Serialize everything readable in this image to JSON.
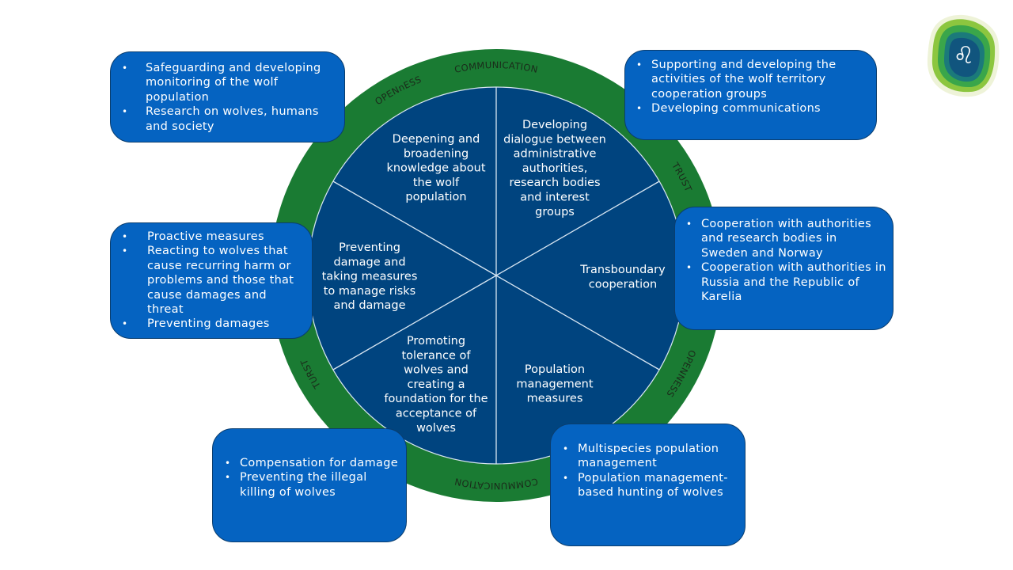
{
  "wheel": {
    "ring_labels": {
      "top": "COMMUNICATION",
      "top_right": "TRUST",
      "bottom_right": "OPENNESS",
      "bottom": "COMMUNICATION",
      "bottom_left": "TURST",
      "top_left": "OPENnESS"
    },
    "segments": [
      {
        "id": "top-left",
        "lines": [
          "Deepening and",
          "broadening",
          "knowledge about",
          "the wolf",
          "population"
        ]
      },
      {
        "id": "top-right",
        "lines": [
          "Developing",
          "dialogue between",
          "administrative",
          "authorities,",
          "research bodies",
          "and interest",
          "groups"
        ]
      },
      {
        "id": "right",
        "lines": [
          "Transboundary",
          "cooperation"
        ]
      },
      {
        "id": "bottom-right",
        "lines": [
          "Population",
          "management",
          "measures"
        ]
      },
      {
        "id": "bottom-left",
        "lines": [
          "Promoting",
          "tolerance of",
          "wolves and",
          "creating a",
          "foundation for the",
          "acceptance of",
          "wolves"
        ]
      },
      {
        "id": "left",
        "lines": [
          "Preventing",
          "damage and",
          "taking measures",
          "to manage risks",
          "and damage"
        ]
      }
    ]
  },
  "boxes": {
    "top_left": [
      "Safeguarding and developing monitoring of the wolf population",
      "Research on wolves, humans and society"
    ],
    "top_right": [
      "Supporting and developing the activities of the wolf territory cooperation groups",
      "Developing communications"
    ],
    "middle_left": [
      "Proactive measures",
      "Reacting to wolves that cause recurring harm or problems and those that cause damages and threat",
      "Preventing damages"
    ],
    "middle_right": [
      "Cooperation with authorities and research bodies in Sweden and Norway",
      "Cooperation with authorities in Russia and the Republic of Karelia"
    ],
    "bottom_left": [
      "Compensation for damage",
      "Preventing the illegal killing of wolves"
    ],
    "bottom_right": [
      "Multispecies population management",
      "Population management-based hunting of wolves"
    ]
  },
  "logo": {
    "icon": "finnish-government-lion-logo"
  },
  "colors": {
    "ring": "#1a7b33",
    "inner": "#00447f",
    "box": "#0563c1",
    "divider": "#d8e6f2"
  }
}
